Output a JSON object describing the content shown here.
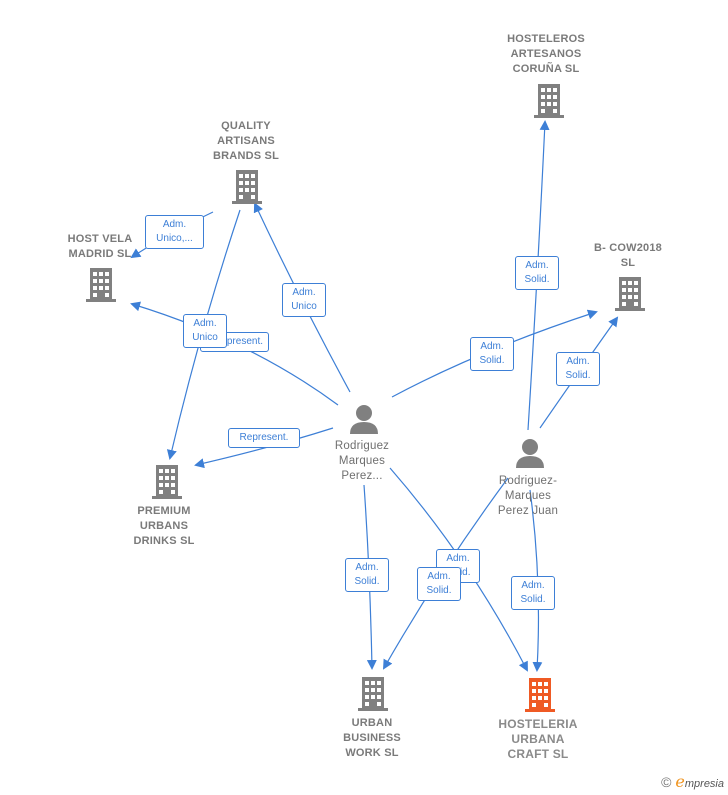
{
  "colors": {
    "edge": "#3d7fd6",
    "building": "#808080",
    "building_highlight": "#ef5a24",
    "person": "#808080"
  },
  "nodes": {
    "hosteleros": "HOSTELEROS\nARTESANOS\nCORUÑA  SL",
    "quality": "QUALITY\nARTISANS\nBRANDS  SL",
    "host_vela": "HOST VELA\nMADRID  SL",
    "bcow": "B- COW2018\nSL",
    "premium": "PREMIUM\nURBANS\nDRINKS  SL",
    "urban_business": "URBAN\nBUSINESS\nWORK  SL",
    "hosteleria": "HOSTELERIA\nURBANA\nCRAFT  SL",
    "person1": "Rodriguez\nMarques\nPerez...",
    "person2": "Rodriguez-\nMarques\nPerez Juan"
  },
  "edge_labels": {
    "quality_hostvela": "Adm.\nUnico,...",
    "p1_quality": "Adm.\nUnico",
    "quality_premium": "Adm.\nUnico",
    "p1_hostvela": "Represent.",
    "p1_premium": "Represent.",
    "p1_bcow": "Adm.\nSolid.",
    "p2_hosteleros": "Adm.\nSolid.",
    "p2_bcow": "Adm.\nSolid.",
    "p1_urban": "Adm.\nSolid.",
    "p1_hosteleria": "Adm.\nSolid.",
    "p2_urban": "Adm.\nSolid.",
    "p2_hosteleria": "Adm.\nSolid."
  },
  "brand": {
    "copyright": "©",
    "initial": "e",
    "name": "mpresia"
  }
}
